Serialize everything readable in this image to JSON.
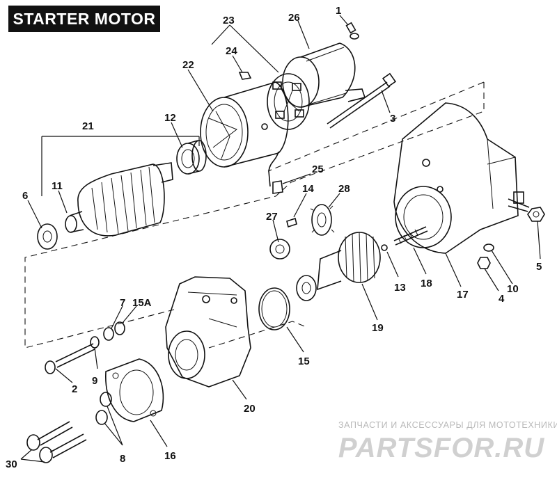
{
  "title": "STARTER MOTOR",
  "callouts": {
    "c1": "1",
    "c2": "2",
    "c3": "3",
    "c4": "4",
    "c5": "5",
    "c6": "6",
    "c7": "7",
    "c8": "8",
    "c9": "9",
    "c10": "10",
    "c11": "11",
    "c12": "12",
    "c13": "13",
    "c14": "14",
    "c15": "15",
    "c15a": "15A",
    "c16": "16",
    "c17": "17",
    "c18": "18",
    "c19": "19",
    "c20": "20",
    "c21": "21",
    "c22": "22",
    "c23": "23",
    "c24": "24",
    "c25": "25",
    "c26": "26",
    "c27": "27",
    "c28": "28",
    "c30": "30"
  },
  "watermark": {
    "caption": "ЗАПЧАСТИ И АКСЕССУАРЫ ДЛЯ МОТОТЕХНИКИ",
    "logo_text": "PARTSFOR.RU",
    "color": "#c8c8c8"
  }
}
